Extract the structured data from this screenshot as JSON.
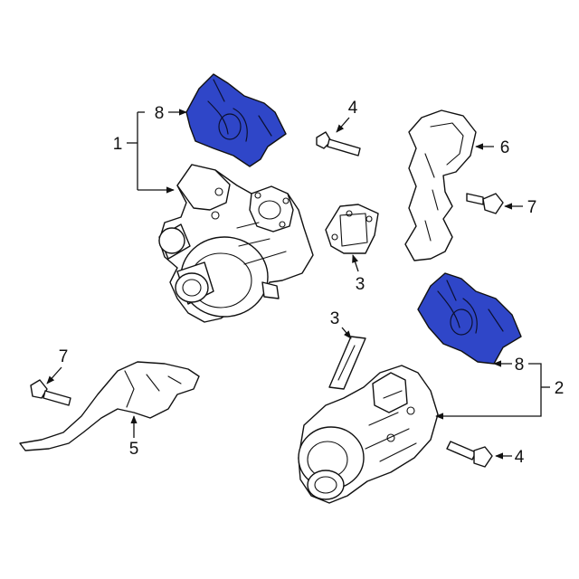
{
  "accent_color": "#2f46c8",
  "callouts": {
    "c1": "1",
    "c2": "2",
    "c3_gasket": "3",
    "c3_upper": "3",
    "c4_top": "4",
    "c4_bottom": "4",
    "c5": "5",
    "c6": "6",
    "c7_left": "7",
    "c7_right": "7",
    "c8_top": "8",
    "c8_bottom": "8"
  }
}
